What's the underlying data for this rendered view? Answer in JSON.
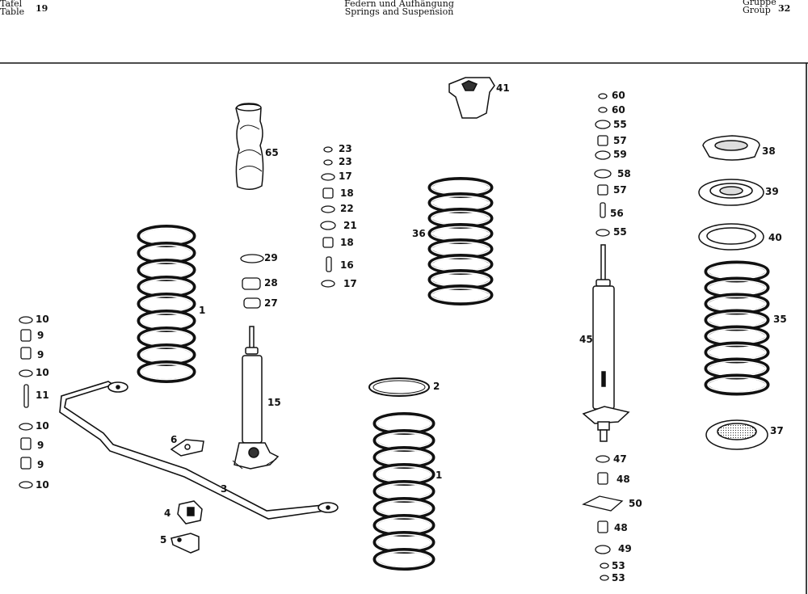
{
  "header": {
    "left_de": "Tafel",
    "left_en": "Table",
    "table_number": "19",
    "title_de": "Federn und Aufhängung",
    "title_en": "Springs and Suspension",
    "right_de": "Gruppe",
    "right_en": "Group",
    "group_number": "32"
  },
  "callouts": {
    "c1a": "1",
    "c1b": "1",
    "c2": "2",
    "c3": "3",
    "c4": "4",
    "c5": "5",
    "c6": "6",
    "c9a": "9",
    "c9b": "9",
    "c9c": "9",
    "c9d": "9",
    "c10a": "10",
    "c10b": "10",
    "c10c": "10",
    "c10d": "10",
    "c11": "11",
    "c15": "15",
    "c16": "16",
    "c17a": "17",
    "c17b": "17",
    "c18a": "18",
    "c18b": "18",
    "c21": "21",
    "c22": "22",
    "c23a": "23",
    "c23b": "23",
    "c27": "27",
    "c28": "28",
    "c29": "29",
    "c35": "35",
    "c36": "36",
    "c37": "37",
    "c38": "38",
    "c39": "39",
    "c40": "40",
    "c41": "41",
    "c45": "45",
    "c47": "47",
    "c48a": "48",
    "c48b": "48",
    "c49": "49",
    "c50": "50",
    "c53a": "53",
    "c53b": "53",
    "c55a": "55",
    "c55b": "55",
    "c56": "56",
    "c57a": "57",
    "c57b": "57",
    "c58": "58",
    "c59": "59",
    "c60a": "60",
    "c60b": "60",
    "c65": "65"
  }
}
